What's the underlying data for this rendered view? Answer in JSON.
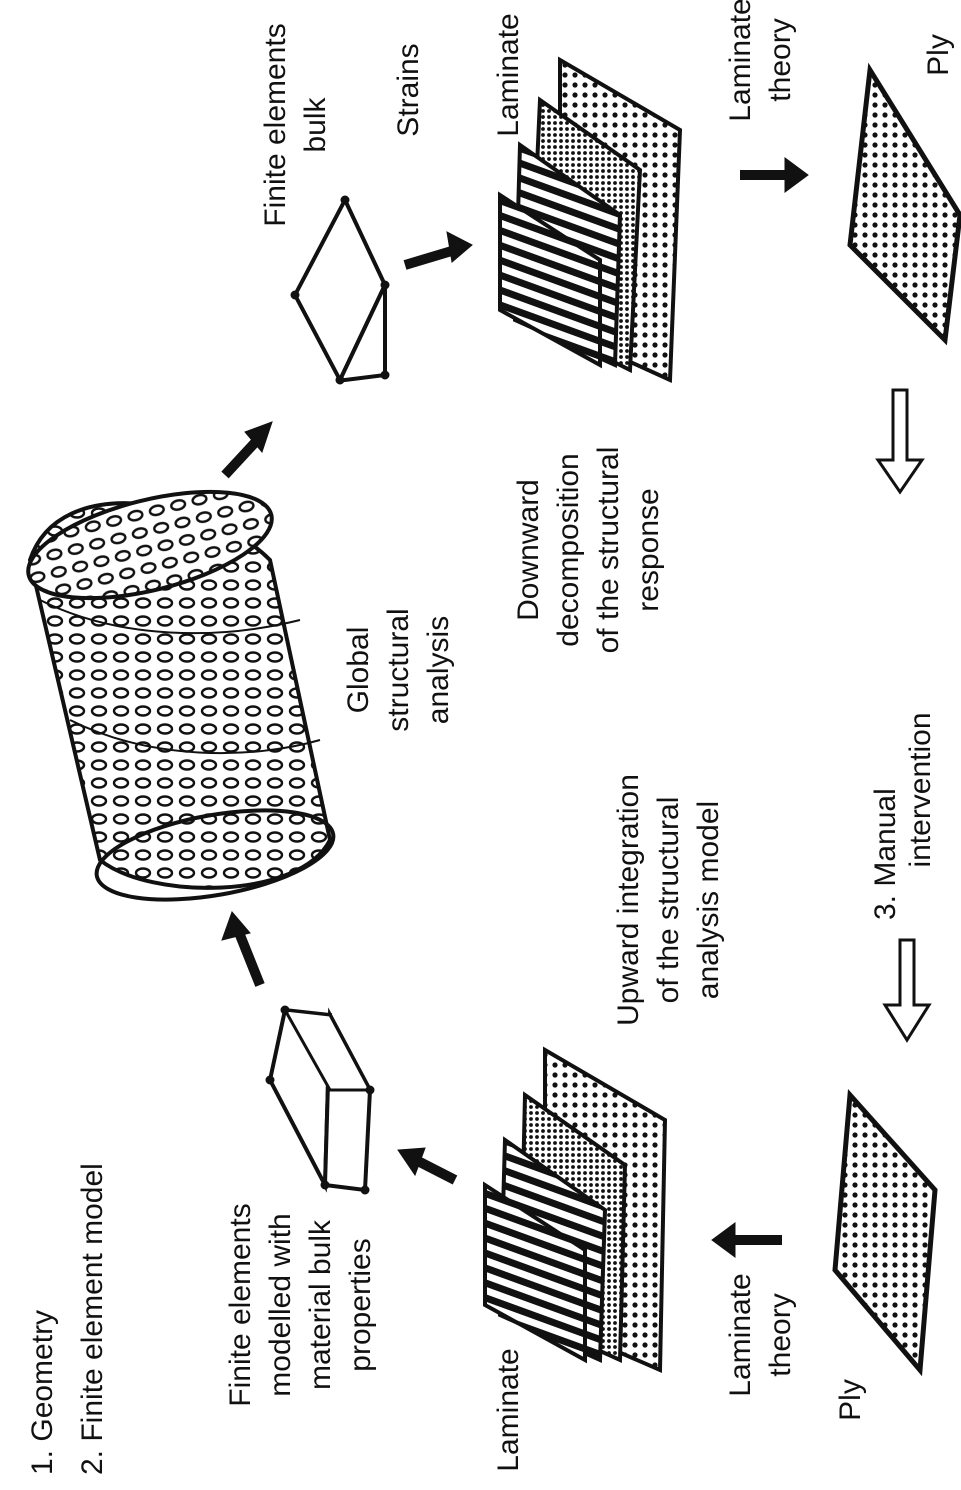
{
  "legend": {
    "item1": "1.  Geometry",
    "item2": "2.  Finite element model",
    "item3": "3. Manual"
  },
  "labels": {
    "fe_bulk_top": [
      "Finite elements",
      "bulk"
    ],
    "strains": "Strains",
    "laminate_top": "Laminate",
    "laminate_theory_top": [
      "Laminate",
      "theory"
    ],
    "ply_top": "Ply",
    "global": [
      "Global",
      "structural",
      "analysis"
    ],
    "downward": [
      "Downward",
      "decomposition",
      "of the structural",
      "response"
    ],
    "manual_intervention": "intervention",
    "upward": [
      "Upward integration",
      "of the structural",
      "analysis model"
    ],
    "fe_modelled": [
      "Finite elements",
      "modelled with",
      "material bulk",
      "properties"
    ],
    "laminate_bottom": "Laminate",
    "laminate_theory_bottom": [
      "Laminate",
      "theory"
    ],
    "ply_bottom": "Ply"
  },
  "colors": {
    "ink": "#111111",
    "paper": "#ffffff"
  }
}
